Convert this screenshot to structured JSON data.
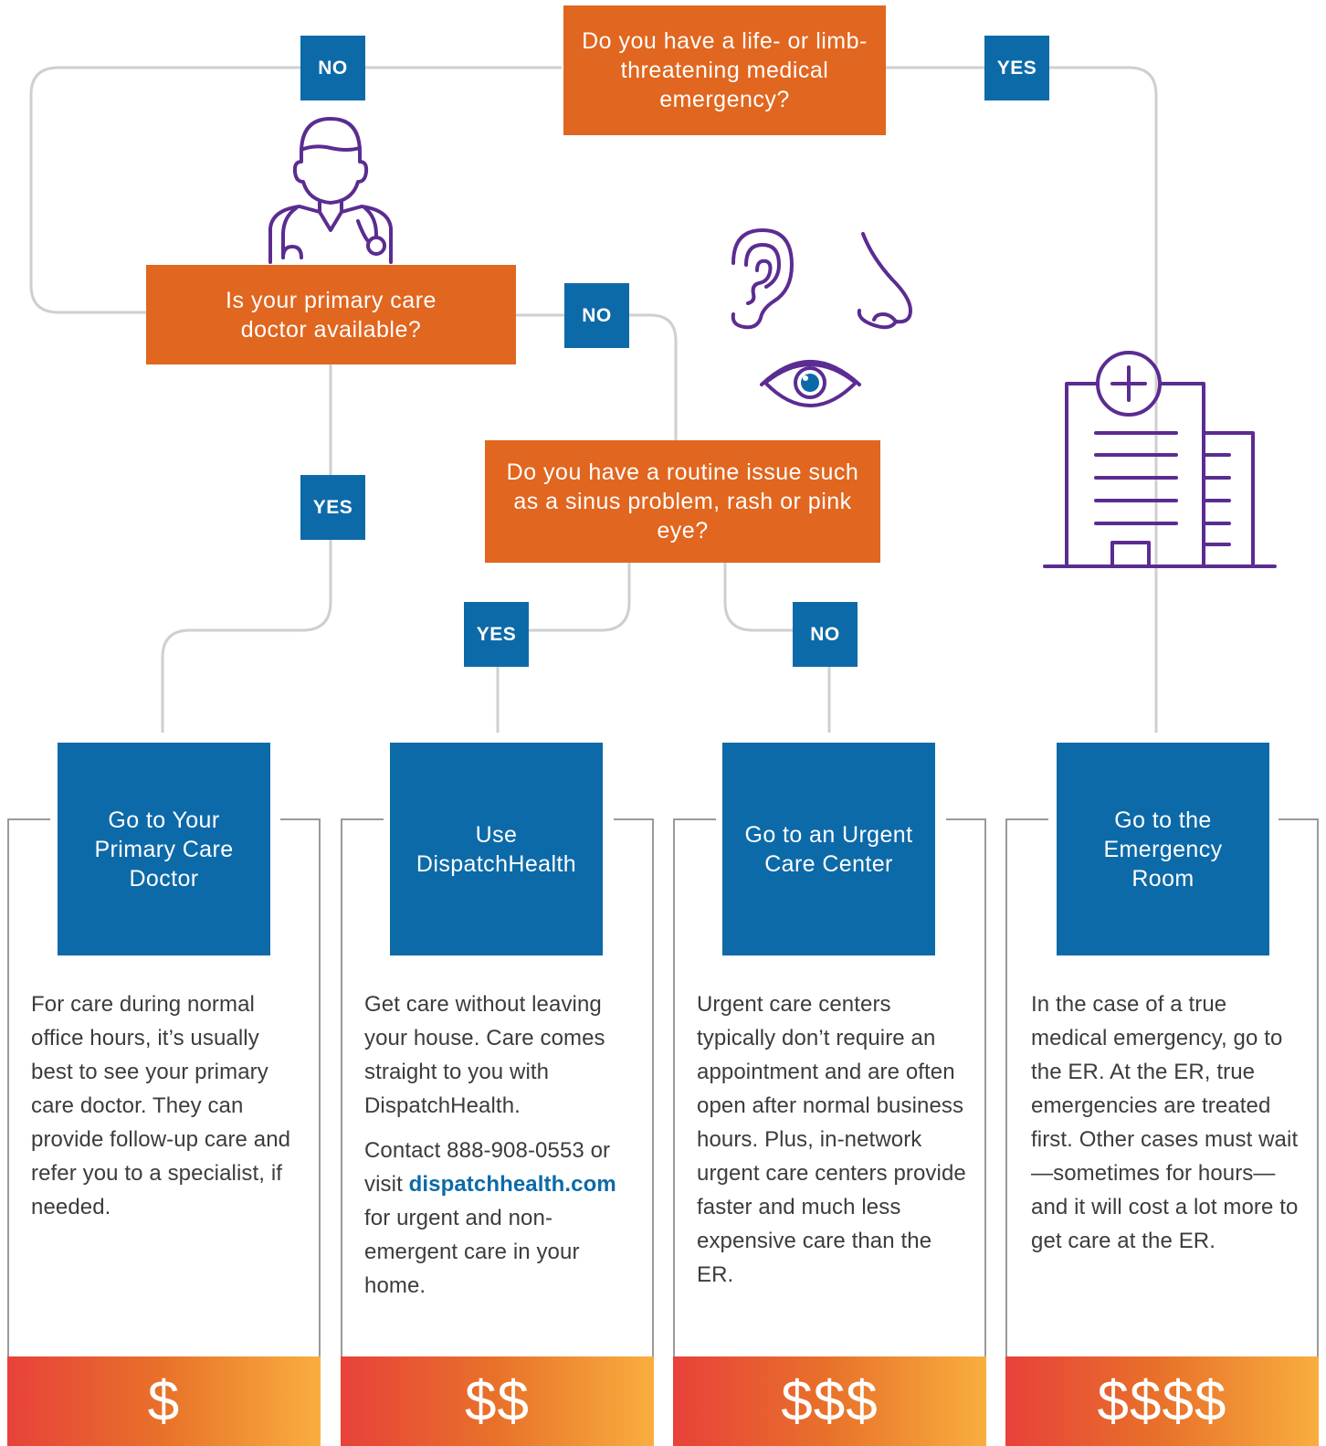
{
  "questions": {
    "emergency": "Do you have a life- or limb-threatening medical emergency?",
    "primary_available": "Is your primary care doctor available?",
    "routine": "Do you have a routine issue such as a sinus problem, rash or pink eye?"
  },
  "tags": {
    "emergency_no": "NO",
    "emergency_yes": "YES",
    "primary_no": "NO",
    "primary_yes": "YES",
    "routine_yes": "YES",
    "routine_no": "NO"
  },
  "options": [
    {
      "title": "Go to Your Primary Care Doctor",
      "description": "For care during normal office hours, it’s usually best to see your primary care doctor. They can provide follow-up care and refer you to a specialist, if needed.",
      "cost": "$"
    },
    {
      "title": "Use DispatchHealth",
      "description": "Get care without leaving your house. Care comes straight to you with DispatchHealth.",
      "contact_prefix": "Contact 888-908-0553 or visit ",
      "link": "dispatchhealth.com",
      "contact_suffix": " for urgent and non-emergent care in your home.",
      "cost": "$$"
    },
    {
      "title": "Go to an Urgent Care Center",
      "description": "Urgent care centers typically don’t require an appointment and are often open after normal business hours. Plus, in-network urgent care centers provide faster and much less expensive care than the ER.",
      "cost": "$$$"
    },
    {
      "title": "Go to the Emergency Room",
      "description": "In the case of a true medical emergency, go to the ER. At the ER, true emergencies are treated first. Other cases must wait—sometimes for hours—and it will cost a lot more to get care at the ER.",
      "cost": "$$$$"
    }
  ],
  "icons": [
    "doctor-icon",
    "ear-icon",
    "nose-icon",
    "eye-icon",
    "hospital-icon"
  ],
  "colors": {
    "question_orange": "#e1661f",
    "tag_blue": "#0d6aa8",
    "icon_purple": "#5b2c91",
    "connector_gray": "#cfcfcf",
    "cost_gradient_start": "#e8413a",
    "cost_gradient_end": "#f9ae3f"
  }
}
